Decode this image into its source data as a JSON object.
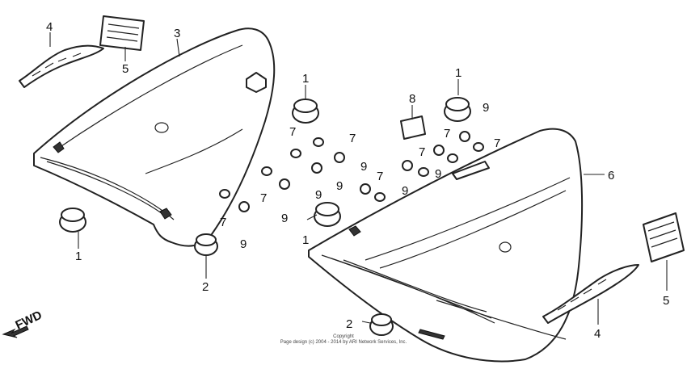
{
  "callouts": {
    "c1_left": "1",
    "c1_mid_top": "1",
    "c1_mid_low": "1",
    "c1_right_top": "1",
    "c2_left": "2",
    "c2_right": "2",
    "c3": "3",
    "c4_left": "4",
    "c4_right": "4",
    "c5_left": "5",
    "c5_right": "5",
    "c6": "6",
    "c7_a": "7",
    "c7_b": "7",
    "c7_c": "7",
    "c7_d": "7",
    "c7_e": "7",
    "c7_f": "7",
    "c7_g": "7",
    "c7_h": "7",
    "c8": "8",
    "c9_a": "9",
    "c9_b": "9",
    "c9_c": "9",
    "c9_d": "9",
    "c9_e": "9",
    "c9_f": "9",
    "c9_g": "9",
    "c9_h": "9"
  },
  "fwd_label": "FWD",
  "copyright": {
    "line1": "Copyright",
    "line2": "Page design (c) 2004 - 2014 by ARI Network Services, Inc."
  }
}
